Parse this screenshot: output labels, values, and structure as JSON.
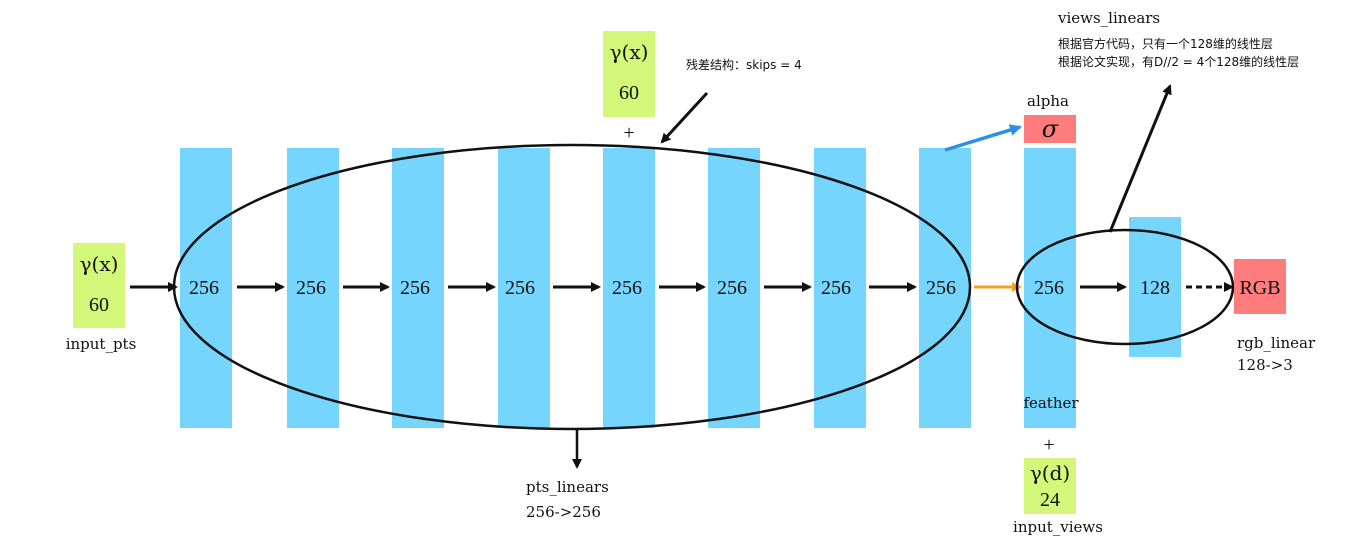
{
  "colors": {
    "layer": "#76d5fd",
    "input_box": "#d3f779",
    "output_box": "#fe7c7c",
    "alpha_arrow": "#2b8fe6",
    "feather_arrow": "#f5a020",
    "line": "#111111"
  },
  "input_pts": {
    "symbol": "γ(x)",
    "dim": "60",
    "label": "input_pts"
  },
  "skip_input": {
    "symbol": "γ(x)",
    "dim": "60",
    "plus": "+"
  },
  "skip_note": "残差结构：skips = 4",
  "pts_layers": [
    "256",
    "256",
    "256",
    "256",
    "256",
    "256",
    "256",
    "256"
  ],
  "pts_linears": {
    "label": "pts_linears",
    "sub": "256->256"
  },
  "alpha": {
    "label": "alpha",
    "symbol": "σ"
  },
  "feature_layer": "256",
  "feather": {
    "label": "feather",
    "plus": "+"
  },
  "input_views": {
    "symbol": "γ(d)",
    "dim": "24",
    "label": "input_views"
  },
  "views_layer": "128",
  "views_linears": {
    "title": "views_linears",
    "note_1": "根据官方代码，只有一个128维的线性层",
    "note_2": "根据论文实现，有D//2 = 4个128维的线性层"
  },
  "rgb": {
    "label": "RGB",
    "sub_1": "rgb_linear",
    "sub_2": "128->3"
  }
}
